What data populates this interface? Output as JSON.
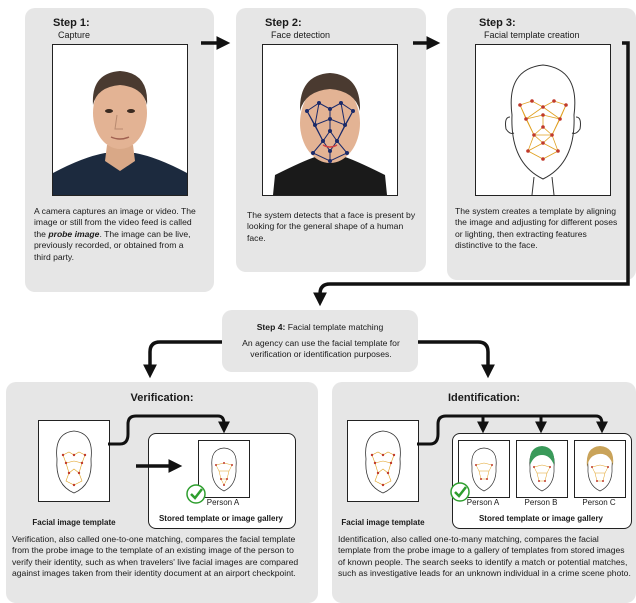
{
  "step1": {
    "title": "Step 1:",
    "subtitle": "Capture",
    "desc_a": "A camera captures an image or video. The image or still from the video feed is called the ",
    "desc_em": "probe image",
    "desc_b": ". The image can be live, previously recorded, or obtained from a third party."
  },
  "step2": {
    "title": "Step 2:",
    "subtitle": "Face detection",
    "desc": "The system detects that a face is present by looking for the general shape of a human face."
  },
  "step3": {
    "title": "Step 3:",
    "subtitle": "Facial template creation",
    "desc": "The system creates a template by aligning the image and adjusting for different poses or lighting, then extracting features distinctive to the face."
  },
  "step4": {
    "title": "Step 4:",
    "subtitle": "Facial template matching",
    "desc": "An agency can use the facial template for verification or identification purposes."
  },
  "verification": {
    "title": "Verification:",
    "template_caption": "Facial image template",
    "person_label": "Person A",
    "gallery_caption": "Stored template or image gallery",
    "desc": "Verification, also called one-to-one matching, compares the facial template from the probe image to the template of an existing image of the person to verify their identity, such as when travelers' live facial images are compared against images taken from their identity document at an airport checkpoint."
  },
  "identification": {
    "title": "Identification:",
    "template_caption": "Facial image template",
    "persons": [
      "Person A",
      "Person B",
      "Person C"
    ],
    "gallery_caption": "Stored template or image gallery",
    "desc": "Identification, also called one-to-many matching, compares the facial template from the probe image to a gallery of templates from stored images of known people. The search seeks to identify a match or potential matches, such as investigative leads for an unknown individual in a crime scene photo."
  },
  "colors": {
    "box": "#e6e6e6",
    "check": "#2e9e2e",
    "mesh_node": "#c0392b",
    "mesh_line": "#e0a020",
    "detect_line": "#1a2a6a"
  }
}
